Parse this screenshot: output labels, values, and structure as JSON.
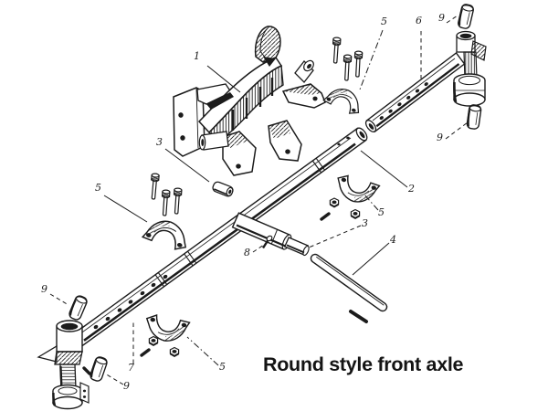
{
  "figure": {
    "caption": "Round style front axle",
    "ink_color": "#1b1b1b",
    "background_color": "#ffffff"
  },
  "callouts": [
    {
      "label": "1"
    },
    {
      "label": "3"
    },
    {
      "label": "5"
    },
    {
      "label": "5"
    },
    {
      "label": "6"
    },
    {
      "label": "9"
    },
    {
      "label": "9"
    },
    {
      "label": "2"
    },
    {
      "label": "5"
    },
    {
      "label": "3"
    },
    {
      "label": "4"
    },
    {
      "label": "8"
    },
    {
      "label": "9"
    },
    {
      "label": "7"
    },
    {
      "label": "9"
    },
    {
      "label": "5"
    }
  ]
}
